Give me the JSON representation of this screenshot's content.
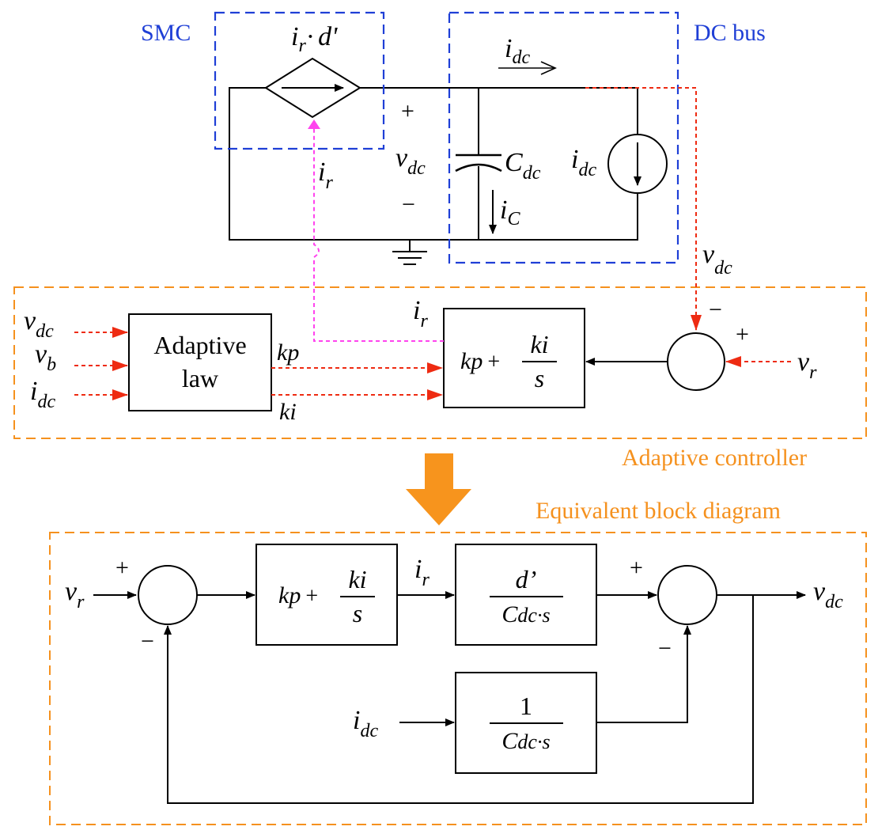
{
  "colors": {
    "line": "#000000",
    "blue": "#1f3fd6",
    "orange": "#f5911e",
    "red": "#ee2b12",
    "magenta": "#ff44ee",
    "arrow": "#f7941d"
  },
  "labels": {
    "smc": "SMC",
    "dc_bus": "DC bus",
    "adaptive_controller": "Adaptive controller",
    "equivalent_block_diagram": "Equivalent block diagram",
    "adaptive_law_line1": "Adaptive",
    "adaptive_law_line2": "law",
    "plus": "+",
    "minus": "−"
  },
  "symbols": {
    "i": "i",
    "v": "v",
    "C": "C",
    "r": "r",
    "dc": "dc",
    "b": "b",
    "d_prime": "d'",
    "d_prime_curly": "d’",
    "kp": "kp",
    "ki": "ki",
    "s": "s",
    "one": "1",
    "dot": "·",
    "kp_plus": "kp + ",
    "Cdc_s_C": "C",
    "Cdc_s_rest": "dc·s"
  }
}
